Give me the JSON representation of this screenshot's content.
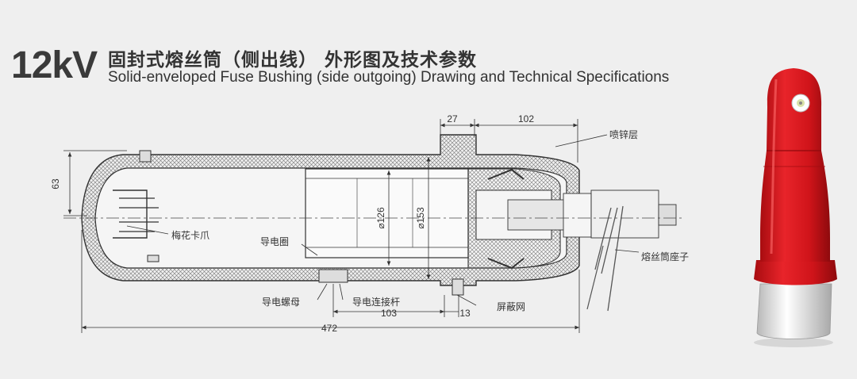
{
  "header": {
    "voltage": "12kV",
    "title_cn": "固封式熔丝筒（侧出线） 外形图及技术参数",
    "title_en": "Solid-enveloped Fuse Bushing (side outgoing) Drawing  and Technical Specifications"
  },
  "labels": {
    "coating": "喷锌层",
    "plum_claw": "梅花卡爪",
    "conductive_ring": "导电圈",
    "fuse_seat": "熔丝筒座子",
    "conductive_nut": "导电螺母",
    "conductive_rod": "导电连接杆",
    "shield_net": "屏蔽网"
  },
  "dimensions": {
    "d27": "27",
    "d102": "102",
    "d63": "63",
    "d126": "⌀126",
    "d153": "⌀153",
    "d103": "103",
    "d13": "13",
    "d472": "472"
  },
  "colors": {
    "background": "#efefef",
    "product_red": "#d8141b",
    "line": "#333333"
  }
}
